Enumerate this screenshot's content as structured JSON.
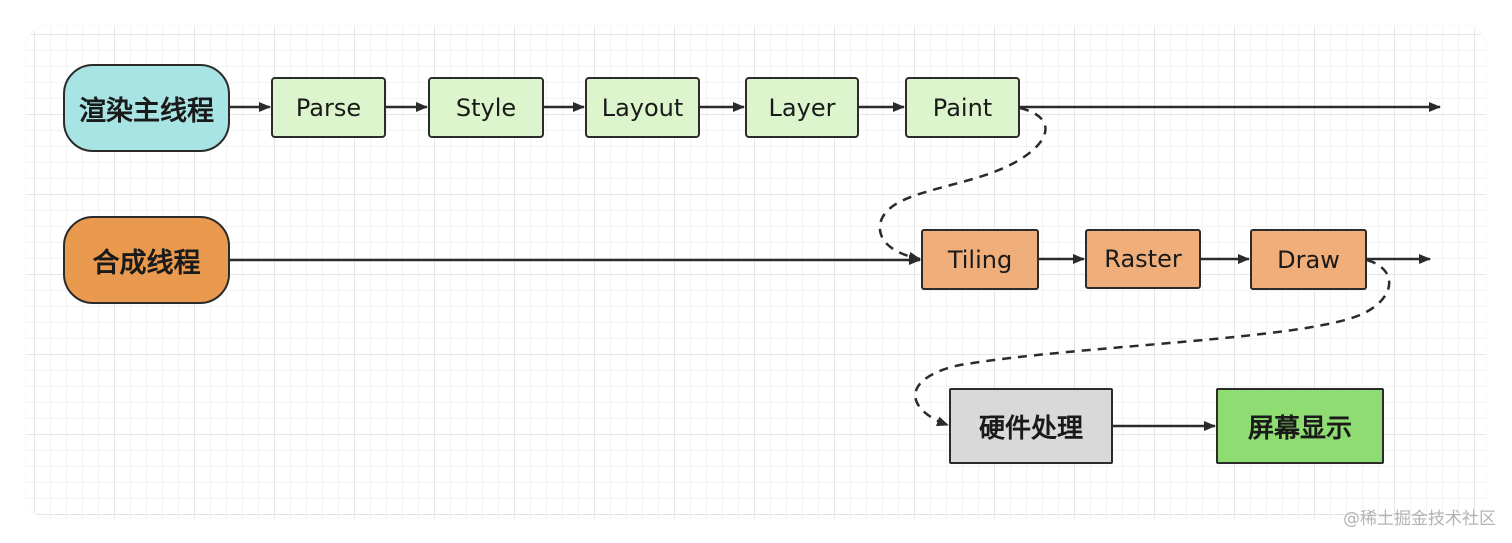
{
  "colors": {
    "render_lane": "#a8e4e4",
    "compositor_lane": "#ea9a4e",
    "render_step": "#dcf5cc",
    "compositor_step": "#efae7a",
    "hardware_step": "#d9d9d9",
    "display_step": "#8fdd72",
    "stroke": "#2b2b2b"
  },
  "lanes": {
    "render": {
      "label": "渲染主线程"
    },
    "compositor": {
      "label": "合成线程"
    }
  },
  "render_steps": [
    "Parse",
    "Style",
    "Layout",
    "Layer",
    "Paint"
  ],
  "compositor_steps": [
    "Tiling",
    "Raster",
    "Draw"
  ],
  "output_steps": [
    "硬件处理",
    "屏幕显示"
  ],
  "watermark": "@稀土掘金技术社区"
}
